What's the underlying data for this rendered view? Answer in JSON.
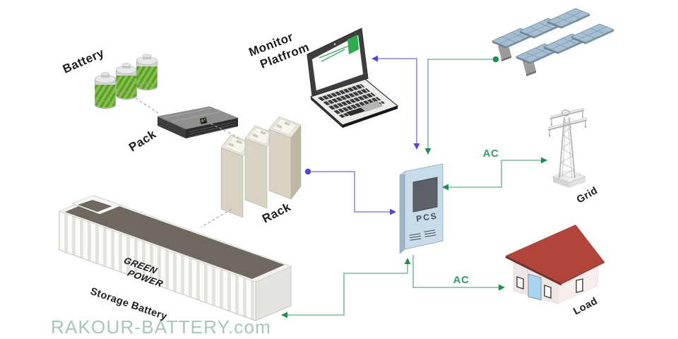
{
  "page": {
    "watermark_text": "RAKOUR-BATTERY.com",
    "background": "#ffffff"
  },
  "colors": {
    "power_line_green": "#7cbc9c",
    "power_arrow_green": "#1e8f51",
    "data_line_blue": "#9b94ea",
    "data_arrow_blue": "#5246dd",
    "watermark_teal": "#a7c4bf",
    "battery_green": "#80c244",
    "pcs_body_blue": "#c7dce8",
    "roof_red": "#b2453b",
    "solar_panel_blue": "#a6bed1",
    "rack_beige": "#d7d2c1",
    "container_roof_gray": "#6f6861"
  },
  "nodes": {
    "battery": {
      "label": "Battery"
    },
    "pack": {
      "label": "Pack"
    },
    "rack": {
      "label": "Rack"
    },
    "storage_battery": {
      "label": "Storage Battery",
      "brand_line1": "GREEN",
      "brand_line2": "POWER"
    },
    "monitor_platform": {
      "label_line1": "Monitor",
      "label_line2": "Platfrom"
    },
    "pcs": {
      "label": "PCS"
    },
    "grid": {
      "label": "Grid"
    },
    "load": {
      "label": "Load"
    }
  },
  "connections": {
    "pcs_grid": {
      "label": "AC"
    },
    "pcs_load": {
      "label": "AC"
    }
  }
}
